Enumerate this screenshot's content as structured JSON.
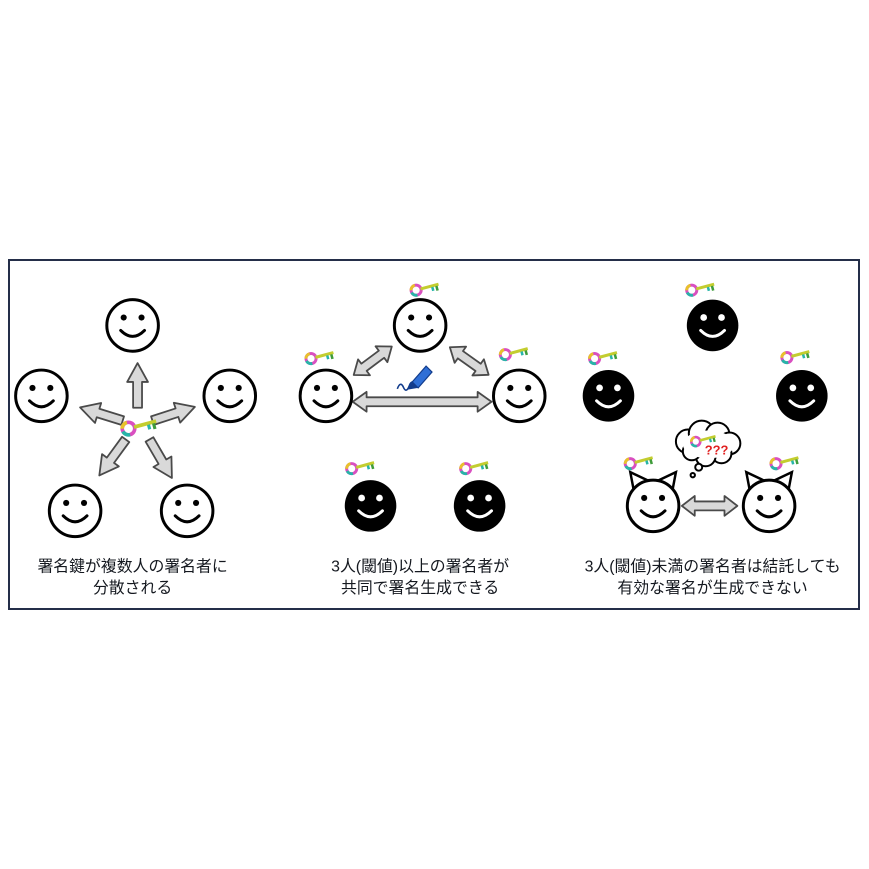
{
  "colors": {
    "frame_border": "#242e49",
    "text": "#14181f",
    "arrow_fill": "#d9d9d9",
    "arrow_stroke": "#4a4a4a",
    "face_stroke": "#000000",
    "face_black": "#000000",
    "key_bow": "#d94fc0",
    "key_shaft": "#c3cd2f",
    "key_teeth_1": "#27b5a8",
    "key_teeth_2": "#3f9c3b",
    "key_accent": "#e8c22a",
    "pen_blue": "#2f6fd6",
    "question_red": "#e02020"
  },
  "panels": [
    {
      "name": "key-distribution",
      "caption": [
        "署名鍵が複数人の署名者に",
        "分散される"
      ],
      "signer_count": 5
    },
    {
      "name": "threshold-signing",
      "caption": [
        "3人(閾値)以上の署名者が",
        "共同で署名生成できる"
      ],
      "active_signers": 3,
      "inactive_signers": 2
    },
    {
      "name": "below-threshold",
      "caption": [
        "3人(閾値)未満の署名者は結託しても",
        "有効な署名が生成できない"
      ],
      "thought_text": "???",
      "inactive_signers": 3,
      "colluding_signers": 2
    }
  ],
  "icons": {
    "key": "rainbow-key-icon",
    "signer": "smiley-face-icon",
    "non_participant": "black-smiley-face-icon",
    "attacker": "devil-face-icon",
    "signature": "blue-pen-icon",
    "thought": "thought-bubble-icon",
    "distribution": "block-arrow-icon",
    "collaboration": "double-arrow-icon"
  }
}
